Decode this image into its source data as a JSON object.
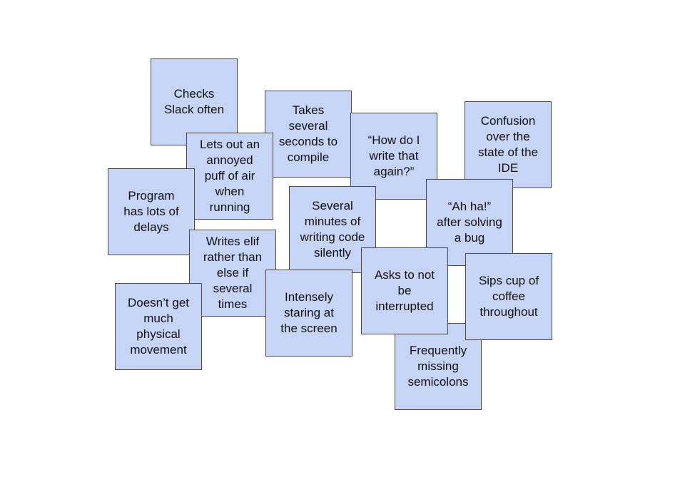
{
  "board": {
    "fill_color": "#c6d5f6",
    "border_color": "#4a4a4a",
    "notes": [
      {
        "id": "checks-slack",
        "text": "Checks\nSlack often"
      },
      {
        "id": "takes-compile",
        "text": "Takes\nseveral\nseconds to\ncompile"
      },
      {
        "id": "how-do-i",
        "text": "“How do I\nwrite that\nagain?”"
      },
      {
        "id": "confusion-ide",
        "text": "Confusion\nover the\nstate of the\nIDE"
      },
      {
        "id": "annoyed-puff",
        "text": "Lets out an\nannoyed\npuff of air\nwhen\nrunning"
      },
      {
        "id": "program-delays",
        "text": "Program\nhas lots of\ndelays"
      },
      {
        "id": "writing-silently",
        "text": "Several\nminutes of\nwriting code\nsilently"
      },
      {
        "id": "ah-ha",
        "text": "“Ah ha!”\nafter solving\na bug"
      },
      {
        "id": "writes-elif",
        "text": "Writes elif\nrather than\nelse if\nseveral\ntimes"
      },
      {
        "id": "physical-movement",
        "text": "Doesn’t get\nmuch\nphysical\nmovement"
      },
      {
        "id": "staring-screen",
        "text": "Intensely\nstaring at\nthe screen"
      },
      {
        "id": "not-interrupted",
        "text": "Asks to not\nbe\ninterrupted"
      },
      {
        "id": "sips-coffee",
        "text": "Sips cup of\ncoffee\nthroughout"
      },
      {
        "id": "missing-semicolons",
        "text": "Frequently\nmissing\nsemicolons"
      }
    ]
  }
}
